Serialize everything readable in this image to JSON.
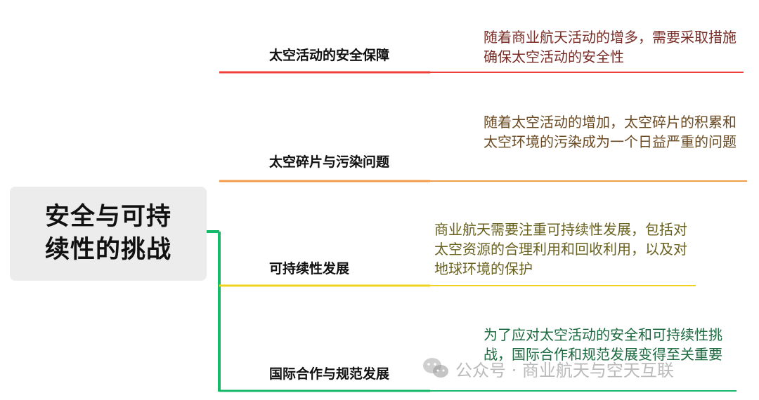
{
  "central": {
    "label": "安全与可持续性的挑战"
  },
  "branches": [
    {
      "title": "太空活动的安全保障",
      "note": "随着商业航天活动的增多，需要采取措施确保太空活动的安全性",
      "color": "#f0403b",
      "note_color": "#7a2c26"
    },
    {
      "title": "太空碎片与污染问题",
      "note": " 随着太空活动的增加，太空碎片的积累和太空环境的污染成为一个日益严重的问题",
      "color": "#f39c4a",
      "note_color": "#6b4a22"
    },
    {
      "title": "可持续性发展",
      "note": "商业航天需要注重可持续性发展，包括对太空资源的合理利用和回收利用，以及对地球环境的保护",
      "color": "#f2d11c",
      "note_color": "#6a621f"
    },
    {
      "title": "国际合作与规范发展",
      "note": "为了应对太空活动的安全和可持续性挑战，国际合作和规范发展变得至关重要",
      "color": "#16b86a",
      "note_color": "#1c6a3f"
    }
  ],
  "watermark": {
    "text": "公众号 · 商业航天与空天互联",
    "icon": "wechat-icon"
  }
}
